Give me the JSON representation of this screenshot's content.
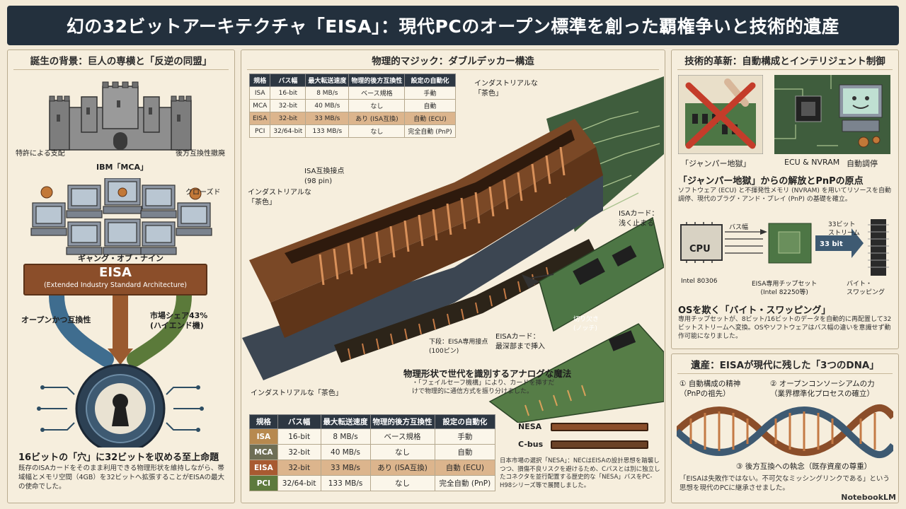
{
  "title": "幻の32ビットアーキテクチャ「EISA」：現代PCのオープン標準を創った覇権争いと技術的遺産",
  "left": {
    "header": "誕生の背景：巨人の専横と「反逆の同盟」",
    "castle_left": "特許による支配",
    "castle_right": "後方互換性撤廃",
    "castle_caption": "IBM「MCA」",
    "closed": "クローズド",
    "gang": "ギャング・オブ・ナイン",
    "eisa_title": "EISA",
    "eisa_full": "(Extended Industry Standard Architecture)",
    "open_compat": "オープンかつ互換性",
    "share": "市場シェア43%\n(ハイエンド機)",
    "heading": "16ビットの「穴」に32ビットを収める至上命題",
    "body": "既存のISAカードをそのまま利用できる物理形状を維持しながら、帯域幅とメモリ空間（4GB）を32ビットへ拡張することがEISAの最大の使命でした。"
  },
  "center": {
    "header": "物理的マジック：ダブルデッカー構造",
    "small_table": {
      "headers": [
        "規格",
        "バス幅",
        "最大転送速度",
        "物理的後方互換性",
        "設定の自動化"
      ],
      "rows": [
        [
          "ISA",
          "16-bit",
          "8 MB/s",
          "ベース規格",
          "手動"
        ],
        [
          "MCA",
          "32-bit",
          "40 MB/s",
          "なし",
          "自動"
        ],
        [
          "EISA",
          "32-bit",
          "33 MB/s",
          "あり (ISA互換)",
          "自動 (ECU)"
        ],
        [
          "PCI",
          "32/64-bit",
          "133 MB/s",
          "なし",
          "完全自動 (PnP)"
        ]
      ]
    },
    "label_top_right": "インダストリアルな\n「茶色」",
    "label_isa_pins": "ISA互換接点\n(98 pin)",
    "label_left_brown": "インダストリアルな\n「茶色」",
    "label_isa_card": "ISAカード：\n浅く止まる",
    "label_lower_pins": "下段：EISA専用接点\n(100ピン)",
    "label_eisa_card": "EISAカード：\n最深部まで挿入",
    "label_notch": "切り欠き\n(ノッチ)",
    "label_bottom_brown": "インダストリアルな「茶色」",
    "magic_heading": "物理形状で世代を識別するアナログな魔法",
    "magic_body": "・「フェイルセーフ機構」により、カードを挿すだけで物理的に通信方式を振り分けました。",
    "nesa": "NESA",
    "cbus": "C-bus",
    "japan_note": "日本市場の選択「NESA」：NECはEISAの設計思想を踏襲しつつ、損傷不良リスクを避けるため、Cバスとは別に独立したコネクタを並行配置する歴史的な「NESA」バスをPC-H98シリーズ等で展開しました。"
  },
  "right": {
    "header": "技術的革新：自動構成とインテリジェント制御",
    "jumper_caption": "「ジャンパー地獄」",
    "ecu_caption": "ECU & NVRAM",
    "auto_caption": "自動調停",
    "h_pnp": "「ジャンパー地獄」からの解放とPnPの原点",
    "p_pnp": "ソフトウェア (ECU) と不揮発性メモリ (NVRAM) を用いてリソースを自動調停、現代のプラグ・アンド・プレイ (PnP) の基礎を確立。",
    "cpu": "CPU",
    "cpu_caption": "Intel 80306",
    "bus_width": "バス幅",
    "chipset": "EISA専用チップセット\n(Intel 82250等)",
    "stream_32": "33ビット\nストリーム",
    "bits": "33 bit",
    "byte_swap_label": "バイト・\nスワッピング",
    "h_os": "OSを欺く「バイト・スワッピング」",
    "p_os": "専用チップセットが、8ビット/16ビットのデータを自動的に再配置して32ビットストリームへ変換。OSやソフトウェアはバス幅の違いを意識せず動作可能になりました。",
    "dna_header": "遺産：EISAが現代に残した「3つのDNA」",
    "dna1": "① 自動構成の精神\n（PnPの祖先）",
    "dna2": "② オープンコンソーシアムの力\n（業界標準化プロセスの確立）",
    "dna3": "③ 後方互換への執念（既存資産の尊重）",
    "quote": "「EISAは失敗作ではない。不可欠なミッシングリンクである」という思想を現代のPCに継承させました。"
  },
  "footer": "NotebookLM",
  "colors": {
    "navy": "#23303d",
    "brown": "#8b4e2a",
    "copper": "#c47a45",
    "green": "#4f6e3c"
  }
}
